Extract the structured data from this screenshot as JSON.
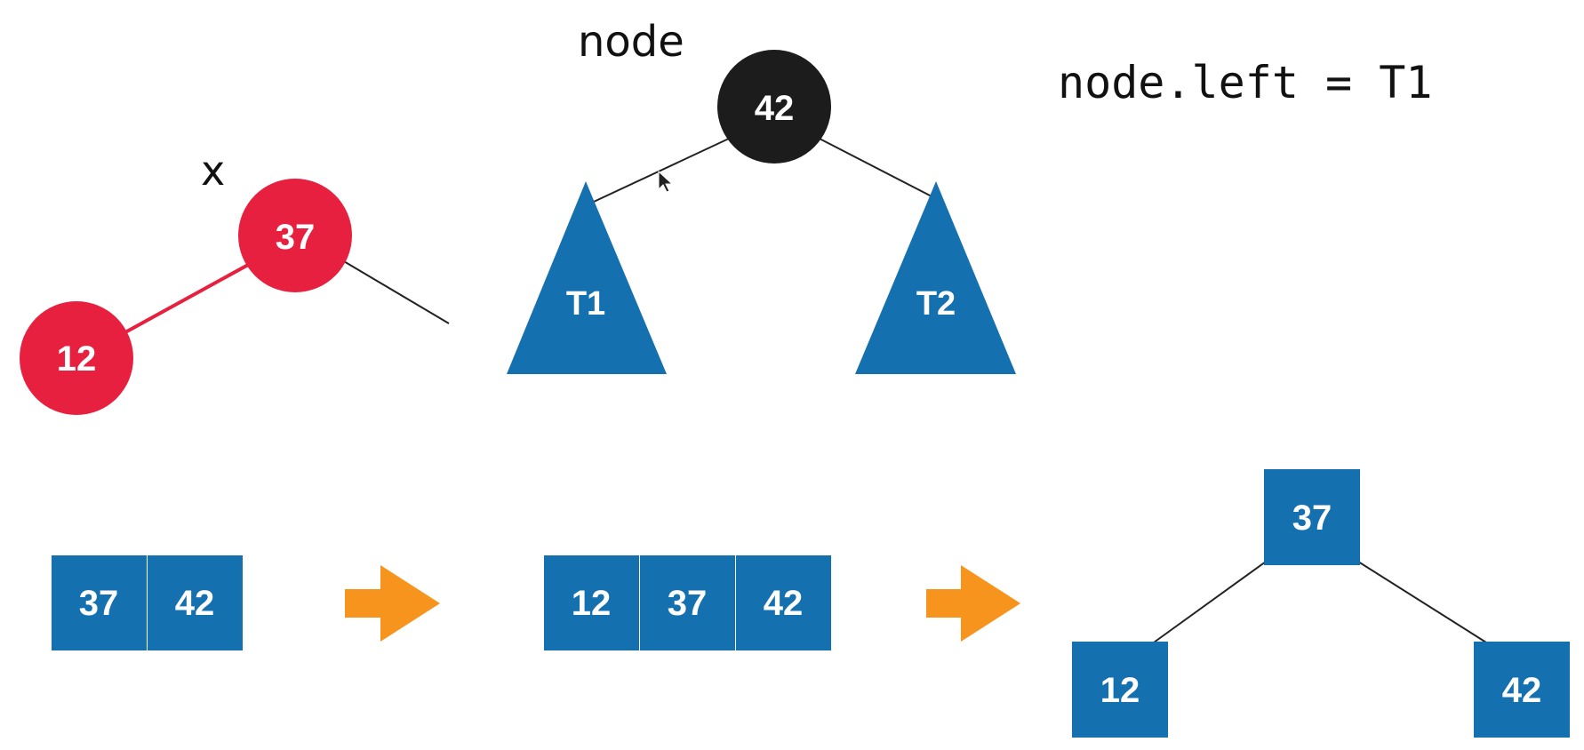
{
  "colors": {
    "red_node": "#e8203f",
    "black_node": "#1c1c1c",
    "blue": "#1570b0",
    "orange": "#f7941d",
    "edge": "#222222",
    "white": "#ffffff"
  },
  "labels": {
    "node_label": "node",
    "x_label": "x",
    "code_line": "node.left = T1"
  },
  "red_tree": {
    "root_value": "37",
    "left_value": "12"
  },
  "main_tree": {
    "root_value": "42",
    "left_subtree": "T1",
    "right_subtree": "T2"
  },
  "row_two": {
    "array": [
      "37",
      "42"
    ],
    "array_three": [
      "12",
      "37",
      "42"
    ]
  },
  "result_tree": {
    "root_value": "37",
    "left_value": "12",
    "right_value": "42"
  },
  "cursor": "arrow-cursor-icon"
}
